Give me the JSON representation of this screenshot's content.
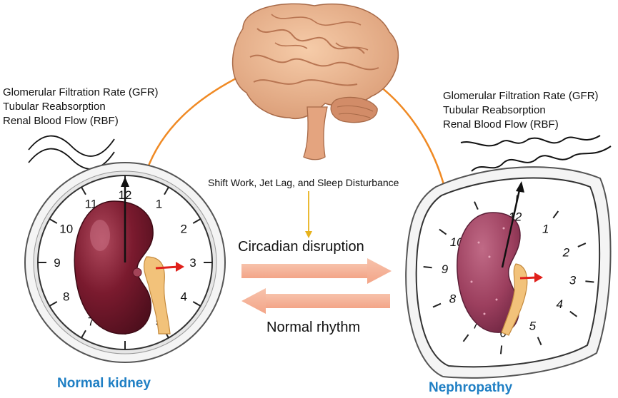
{
  "left_metrics": [
    "Glomerular Filtration Rate (GFR)",
    "Tubular Reabsorption",
    "Renal Blood Flow (RBF)"
  ],
  "right_metrics": [
    "Glomerular Filtration Rate (GFR)",
    "Tubular Reabsorption",
    "Renal Blood Flow (RBF)"
  ],
  "disruptors": "Shift Work, Jet Lag, and Sleep Disturbance",
  "forward_label": "Circadian disruption",
  "reverse_label": "Normal rhythm",
  "left_caption": "Normal kidney",
  "right_caption": "Nephropathy",
  "clock_numbers": [
    "12",
    "1",
    "2",
    "3",
    "4",
    "5",
    "6",
    "7",
    "8",
    "9",
    "10",
    "11"
  ],
  "colors": {
    "caption": "#1f7fc4",
    "connector": "#f08a24",
    "arrow": "#f5b49a",
    "kidney_normal": "#7a1a2e",
    "kidney_disease": "#9c3f5e",
    "ureter": "#f2c27a",
    "hand_red": "#e0201b",
    "brain": "#eab48f"
  }
}
